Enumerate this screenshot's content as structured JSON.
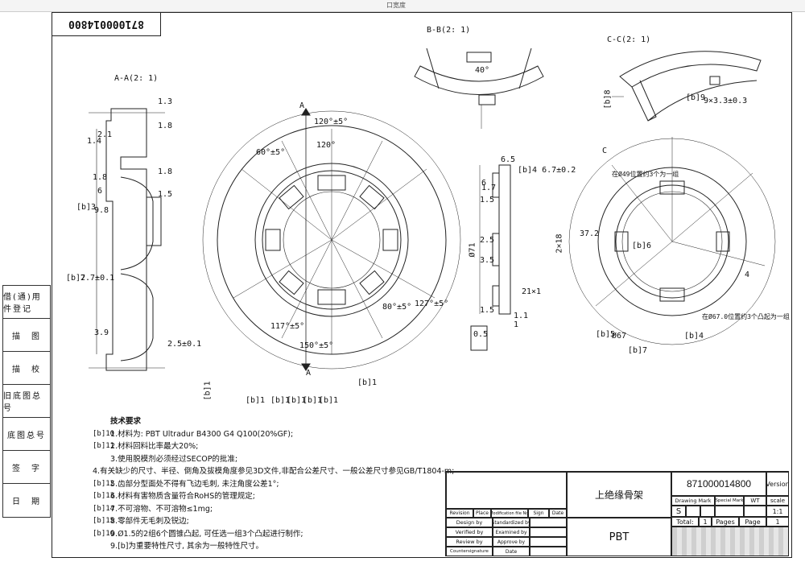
{
  "window": {
    "tab_label": "口宽度"
  },
  "drawing_number_rotated": "871000014800",
  "sections": {
    "aa": "A-A(2: 1)",
    "bb": "B-B(2: 1)",
    "cc": "C-C(2: 1)",
    "c_marker": "C",
    "a_marker": "A"
  },
  "left_column": [
    "借(通)用件登记",
    "描　图",
    "描　校",
    "旧底图总号",
    "底图总号",
    "签　字",
    "日　期"
  ],
  "dims_aa": [
    "1.3",
    "2.1",
    "1.8",
    "1.4",
    "1.8",
    "1.5",
    "6",
    "9.8",
    "7.7±0.1",
    "3.9",
    "2.5±0.1",
    "1.8"
  ],
  "bflags": [
    "[b]3",
    "[b]2",
    "[b]1",
    "[b]1",
    "[b]1",
    "[b]1",
    "[b]1",
    "[b]1",
    "[b]1"
  ],
  "dims_main": [
    "120°±5°",
    "120°",
    "60°±5°",
    "150°±5°",
    "117°±5°",
    "127°±5°",
    "80°±5°",
    "40°",
    "Ø71",
    "6",
    "1.7",
    "1.5",
    "2.5",
    "3.5",
    "21×1",
    "1.1",
    "1",
    "1.5"
  ],
  "dims_side": [
    "[b]4 6.7±0.2",
    "6.5",
    "0.5"
  ],
  "dims_cc": [
    "[b]9",
    "[b]8",
    "9×3.3±0.3",
    "2×18",
    "37.2",
    "[b]6",
    "[b]5",
    "[b]4",
    "[b]7",
    "Ø67",
    "4"
  ],
  "cc_notes": [
    "在Ø49位置约3个为一组",
    "在Ø67.0位置约3个凸起为一组"
  ],
  "notes": {
    "title": "技术要求",
    "items": [
      {
        "tag": "[b]10",
        "text": "1.材料为: PBT Ultradur B4300 G4 Q100(20%GF);"
      },
      {
        "tag": "[b]11",
        "text": "2.材料回料比率最大20%;"
      },
      {
        "tag": "",
        "text": "3.使用脱模剂必须经过SECOP的批准;"
      },
      {
        "tag": "",
        "text": "4.有关缺少的尺寸、半径、倒角及拔模角度参见3D文件,非配合公差尺寸、一般公差尺寸参见GB/T1804-m;"
      },
      {
        "tag": "[b]12",
        "text": "5.齿部分型面处不得有飞边毛刺, 未注角度公差1°;"
      },
      {
        "tag": "[b]13",
        "text": "6.材料有害物质含量符合RoHS的管理规定;"
      },
      {
        "tag": "[b]14",
        "text": "7.不可溶物、不可溶物≤1mg;"
      },
      {
        "tag": "[b]15",
        "text": "8.零部件无毛刺及锐边;"
      },
      {
        "tag": "[b]16",
        "text": "9.Ø1.5的2组6个圆锥凸起, 可任选一组3个凸起进行制作;"
      },
      {
        "tag": "",
        "text": "9.[b]为重要特性尺寸, 其余为一般特性尺寸。"
      }
    ]
  },
  "title_block": {
    "part_name": "上绝缘骨架",
    "material": "PBT",
    "drawing_no": "871000014800",
    "version_label": "Version",
    "drawing_mark_label": "Drawing Mark",
    "special_mark_label": "Special Mark",
    "wt_label": "WT",
    "scale_label": "scale",
    "mark_value": "S",
    "scale_value": "1:1",
    "total_label": "Total:",
    "total_value": "1",
    "pages_label": "Pages",
    "page_label": "Page",
    "page_value": "1",
    "header_cols": [
      "Revision",
      "Place",
      "Modification file No.",
      "Sign",
      "Date"
    ],
    "sign_rows": [
      {
        "left": "Design by",
        "right": "Standardized by"
      },
      {
        "left": "Verified by",
        "right": "Examined by"
      },
      {
        "left": "Review by",
        "right": "Approve by"
      },
      {
        "left": "Countersignature",
        "right": "Date"
      }
    ]
  }
}
